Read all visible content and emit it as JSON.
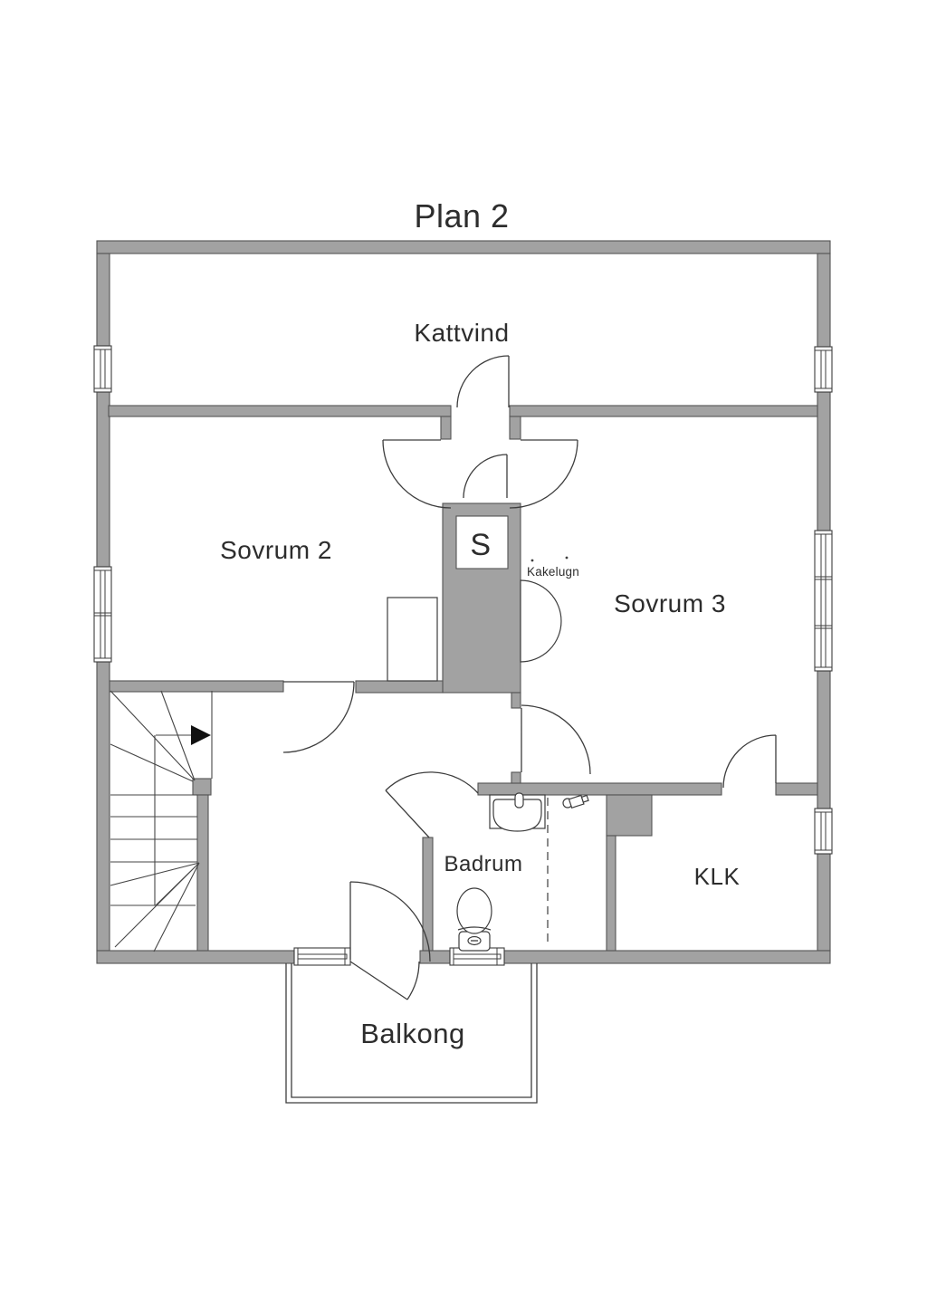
{
  "title": "Plan 2",
  "rooms": {
    "kattvind": {
      "label": "Kattvind"
    },
    "sovrum2": {
      "label": "Sovrum 2"
    },
    "sovrum3": {
      "label": "Sovrum 3"
    },
    "closet": {
      "label": "S"
    },
    "stove": {
      "label": "Kakelugn"
    },
    "badrum": {
      "label": "Badrum"
    },
    "klk": {
      "label": "KLK"
    },
    "balkong": {
      "label": "Balkong"
    }
  },
  "colors": {
    "background": "#ffffff",
    "wall_fill": "#a2a2a2",
    "wall_outline": "#545454",
    "line": "#3d3d3d",
    "text": "#2d2d2d"
  },
  "icons": [
    "stairs-icon",
    "stair-direction-arrow-icon",
    "toilet-icon",
    "sink-icon",
    "water-valve-icon",
    "tiled-stove-icon",
    "door-swing-icon",
    "window-icon",
    "shower-divider-icon",
    "balcony-railing-icon",
    "wardrobe-icon"
  ]
}
